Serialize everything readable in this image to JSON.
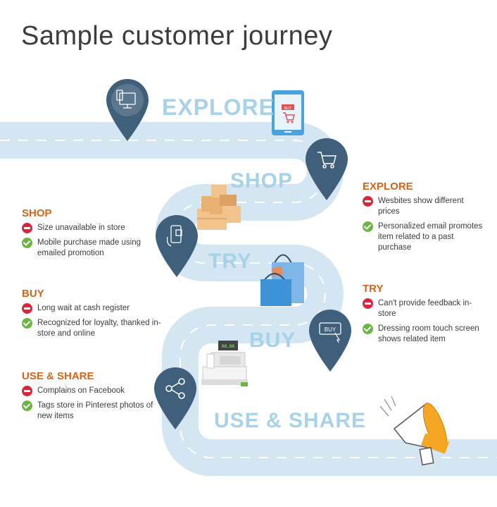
{
  "title": "Sample customer journey",
  "stages": {
    "explore": "EXPLORE",
    "shop": "SHOP",
    "try": "TRY",
    "buy": "BUY",
    "use_share": "USE & SHARE"
  },
  "pin_icons": [
    "store-screen-icon",
    "shopping-cart-icon",
    "mobile-phone-icon",
    "buy-button-icon",
    "share-icon"
  ],
  "colors": {
    "road": "#d4e6f1",
    "pin": "#3f5f7a",
    "stage_text": "#a7d3ea",
    "panel_title": "#d0661b",
    "negative": "#d7263d",
    "positive": "#6bb543"
  },
  "panels": {
    "shop": {
      "title": "SHOP",
      "items": [
        {
          "type": "negative",
          "text": "Size unavailable in store"
        },
        {
          "type": "positive",
          "text": "Mobile purchase made using emailed promotion"
        }
      ]
    },
    "buy": {
      "title": "BUY",
      "items": [
        {
          "type": "negative",
          "text": "Long wait at cash register"
        },
        {
          "type": "positive",
          "text": "Recognized for loyalty, thanked in-store and online"
        }
      ]
    },
    "use_share": {
      "title": "USE & SHARE",
      "items": [
        {
          "type": "negative",
          "text": "Complains on Facebook"
        },
        {
          "type": "positive",
          "text": "Tags store in Pinterest photos of new items"
        }
      ]
    },
    "explore": {
      "title": "EXPLORE",
      "items": [
        {
          "type": "negative",
          "text": "Wesbites show different prices"
        },
        {
          "type": "positive",
          "text": "Personalized email promotes item related to a past purchase"
        }
      ]
    },
    "try": {
      "title": "TRY",
      "items": [
        {
          "type": "negative",
          "text": "Can't provide feedback in-store"
        },
        {
          "type": "positive",
          "text": "Dressing room touch screen shows related item"
        }
      ]
    }
  },
  "illustrations": {
    "tablet_button": "BUY",
    "register_display": "88.88",
    "buy_pin_label": "BUY"
  }
}
